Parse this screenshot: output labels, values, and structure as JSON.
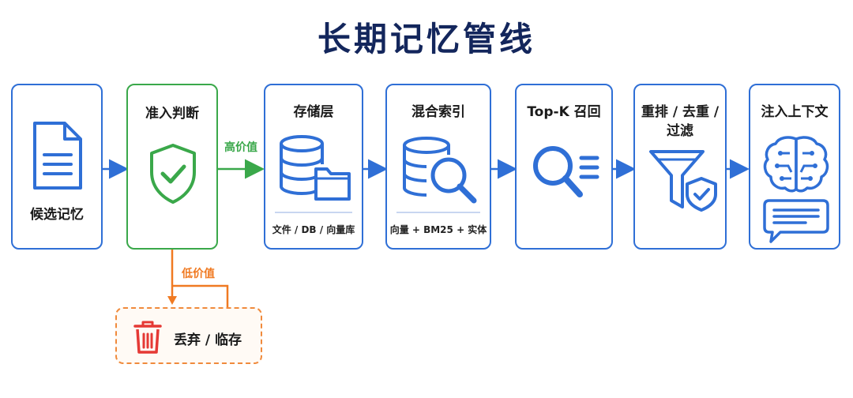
{
  "title": "长期记忆管线",
  "nodes": {
    "candidate": {
      "label": "候选记忆"
    },
    "gate": {
      "label": "准入判断"
    },
    "storage": {
      "label": "存储层",
      "sub": "文件 / DB / 向量库"
    },
    "hybrid_index": {
      "label": "混合索引",
      "sub": "向量 + BM25 + 实体"
    },
    "topk": {
      "label": "Top-K 召回"
    },
    "rerank": {
      "label": "重排 / 去重 /",
      "label_line2": "过滤"
    },
    "inject": {
      "label": "注入上下文"
    },
    "discard": {
      "label": "丢弃 / 临存"
    }
  },
  "edges": {
    "high_value": "高价值",
    "low_value": "低价值"
  },
  "colors": {
    "blue": "#2f6fd6",
    "green": "#3aa84a",
    "orange": "#f07a22",
    "red": "#e53935",
    "title": "#13265c"
  },
  "icons": {
    "candidate": "document-icon",
    "gate": "shield-check-icon",
    "storage": "database-folder-icon",
    "hybrid_index": "database-search-icon",
    "topk": "search-list-icon",
    "rerank": "funnel-shield-icon",
    "inject": "brain-chat-icon",
    "discard": "trash-icon"
  }
}
